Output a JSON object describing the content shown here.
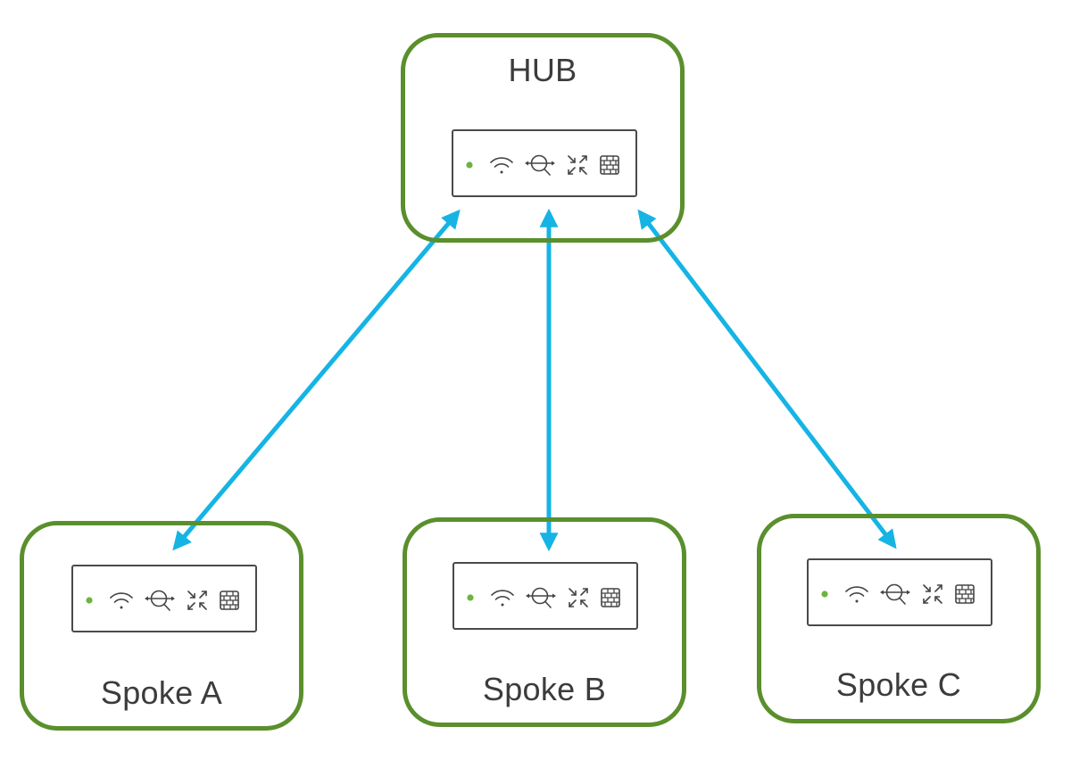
{
  "diagram": {
    "hub": {
      "label": "HUB",
      "device_features": [
        "status-led",
        "wifi-icon",
        "inspection-icon",
        "routing-icon",
        "firewall-icon"
      ]
    },
    "spokes": [
      {
        "label": "Spoke A",
        "device_features": [
          "status-led",
          "wifi-icon",
          "inspection-icon",
          "routing-icon",
          "firewall-icon"
        ]
      },
      {
        "label": "Spoke B",
        "device_features": [
          "status-led",
          "wifi-icon",
          "inspection-icon",
          "routing-icon",
          "firewall-icon"
        ]
      },
      {
        "label": "Spoke C",
        "device_features": [
          "status-led",
          "wifi-icon",
          "inspection-icon",
          "routing-icon",
          "firewall-icon"
        ]
      }
    ],
    "links": [
      {
        "from": "HUB",
        "to": "Spoke A",
        "direction": "bidirectional"
      },
      {
        "from": "HUB",
        "to": "Spoke B",
        "direction": "bidirectional"
      },
      {
        "from": "HUB",
        "to": "Spoke C",
        "direction": "bidirectional"
      }
    ],
    "colors": {
      "site_border": "#5a8f2c",
      "link": "#15b4e4",
      "status_led": "#6db33f",
      "device_border": "#4a4a4a",
      "label_text": "#3c3c3c"
    }
  }
}
